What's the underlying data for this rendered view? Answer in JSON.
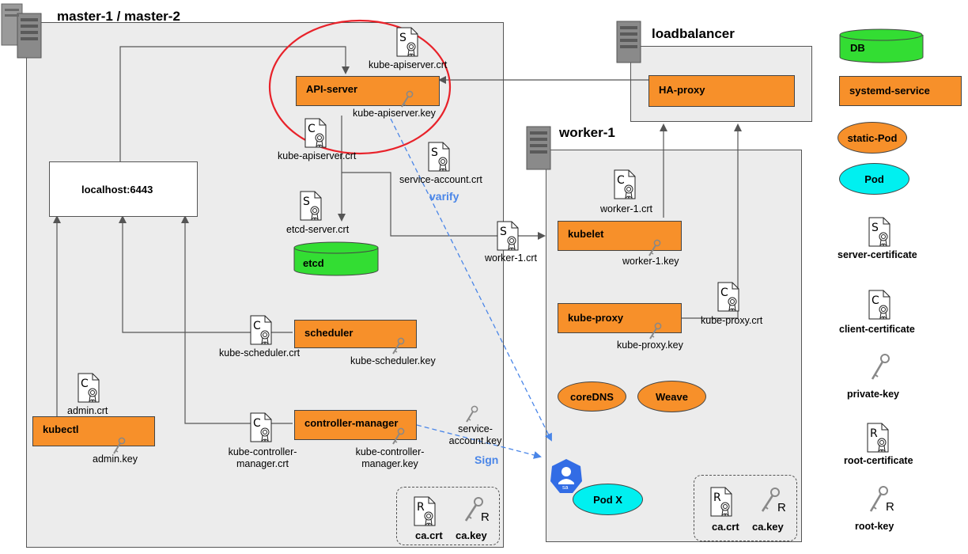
{
  "groups": {
    "master": "master-1 / master-2",
    "loadbalancer": "loadbalancer",
    "worker": "worker-1"
  },
  "nodes": {
    "api_server": "API-server",
    "localhost": "localhost:6443",
    "etcd": "etcd",
    "scheduler": "scheduler",
    "controller_manager": "controller-manager",
    "kubectl": "kubectl",
    "ha_proxy": "HA-proxy",
    "kubelet": "kubelet",
    "kube_proxy": "kube-proxy",
    "coredns": "coreDNS",
    "weave": "Weave",
    "pod_x": "Pod X"
  },
  "labels": {
    "kube_apiserver_crt_top": "kube-apiserver.crt",
    "kube_apiserver_key": "kube-apiserver.key",
    "kube_apiserver_crt_client": "kube-apiserver.crt",
    "service_account_crt": "service-account.crt",
    "varify": "varify",
    "etcd_server_crt": "etcd-server.crt",
    "worker1_crt_out": "worker-1.crt",
    "kube_scheduler_crt": "kube-scheduler.crt",
    "kube_scheduler_key": "kube-scheduler.key",
    "admin_crt": "admin.crt",
    "admin_key": "admin.key",
    "kube_cm_crt": "kube-controller-manager.crt",
    "kube_cm_key": "kube-controller-manager.key",
    "service_account_key": "service-account.key",
    "sign": "Sign",
    "ca_crt_master": "ca.crt",
    "ca_key_master": "ca.key",
    "worker1_crt": "worker-1.crt",
    "worker1_key": "worker-1.key",
    "kube_proxy_crt": "kube-proxy.crt",
    "kube_proxy_key": "kube-proxy.key",
    "ca_crt_worker": "ca.crt",
    "ca_key_worker": "ca.key",
    "sa_badge": "sa"
  },
  "cert_letters": {
    "server": "S",
    "client": "C",
    "root": "R"
  },
  "legend": {
    "db": "DB",
    "systemd": "systemd-service",
    "static_pod": "static-Pod",
    "pod": "Pod",
    "server_cert": "server-certificate",
    "client_cert": "client-certificate",
    "private_key": "private-key",
    "root_cert": "root-certificate",
    "root_key": "root-key"
  },
  "colors": {
    "systemd_orange": "#f7902a",
    "db_green": "#33dd33",
    "pod_cyan": "#00f0f0",
    "group_gray": "#ececec",
    "highlight_red": "#e8222a",
    "dashed_blue": "#4a86e8",
    "server_rack": "#8a8a8a"
  }
}
